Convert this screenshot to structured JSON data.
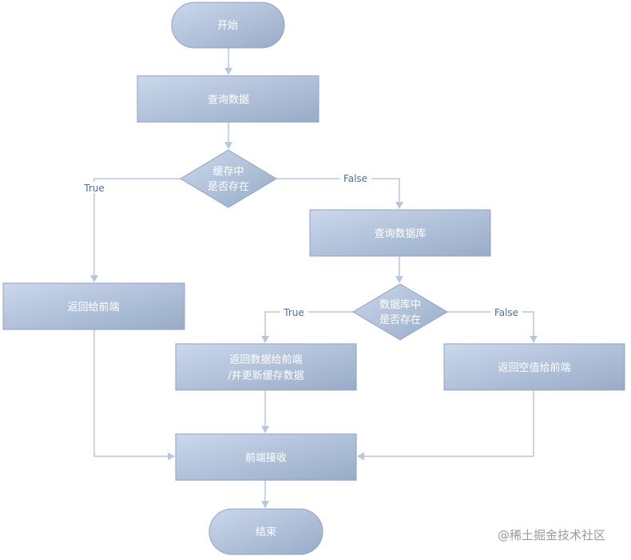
{
  "nodes": {
    "start": "开始",
    "query_data": "查询数据",
    "cache_decision": [
      "缓存中",
      "是否存在"
    ],
    "query_db": "查询数据库",
    "return_to_frontend": "返回给前端",
    "db_decision": [
      "数据库中",
      "是否存在"
    ],
    "return_data_update_cache": [
      "返回数据给前端",
      "/并更新缓存数据"
    ],
    "return_empty": "返回空值给前端",
    "frontend_receive": "前端接收",
    "end": "结束"
  },
  "edge_labels": {
    "cache_true": "True",
    "cache_false": "False",
    "db_true": "True",
    "db_false": "False"
  },
  "colors": {
    "node_fill_light": "#c9d6ea",
    "node_fill_dark": "#99acc8",
    "node_stroke": "#8fa3c4",
    "edge": "#b7c7de",
    "edge_label": "#4a6fa5"
  },
  "watermark": "@稀土掘金技术社区"
}
